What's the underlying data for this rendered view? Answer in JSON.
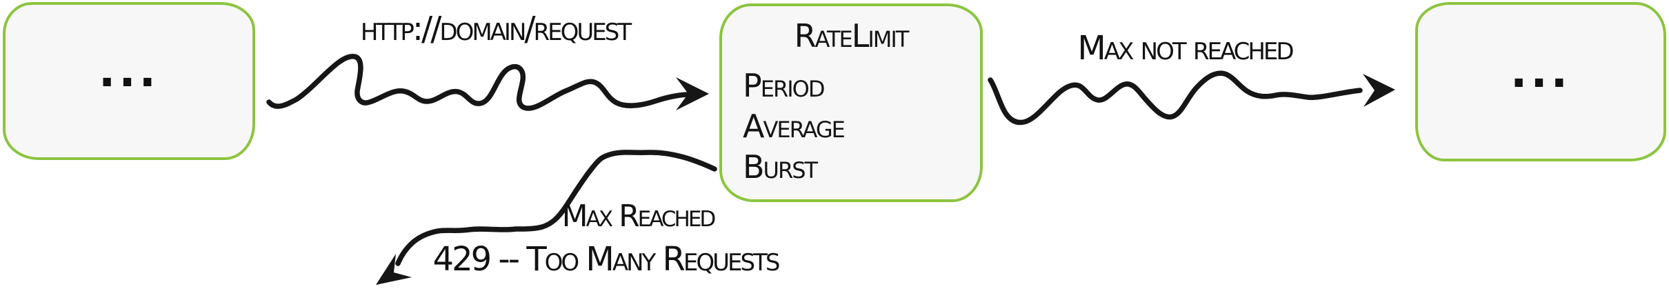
{
  "diagram": {
    "left_node": {
      "label": "..."
    },
    "right_node": {
      "label": "..."
    },
    "ratelimit_node": {
      "title": "RateLimit",
      "items": [
        "Period",
        "Average",
        "Burst"
      ]
    },
    "edges": {
      "request": {
        "label": "http://domain/request"
      },
      "max_not_reached": {
        "label": "Max not reached"
      },
      "max_reached": {
        "label": "Max Reached",
        "sublabel": "429 -- Too Many Requests"
      }
    },
    "colors": {
      "node_border": "#8cc43f",
      "node_fill": "#f7f7f7",
      "ink": "#161616"
    }
  }
}
